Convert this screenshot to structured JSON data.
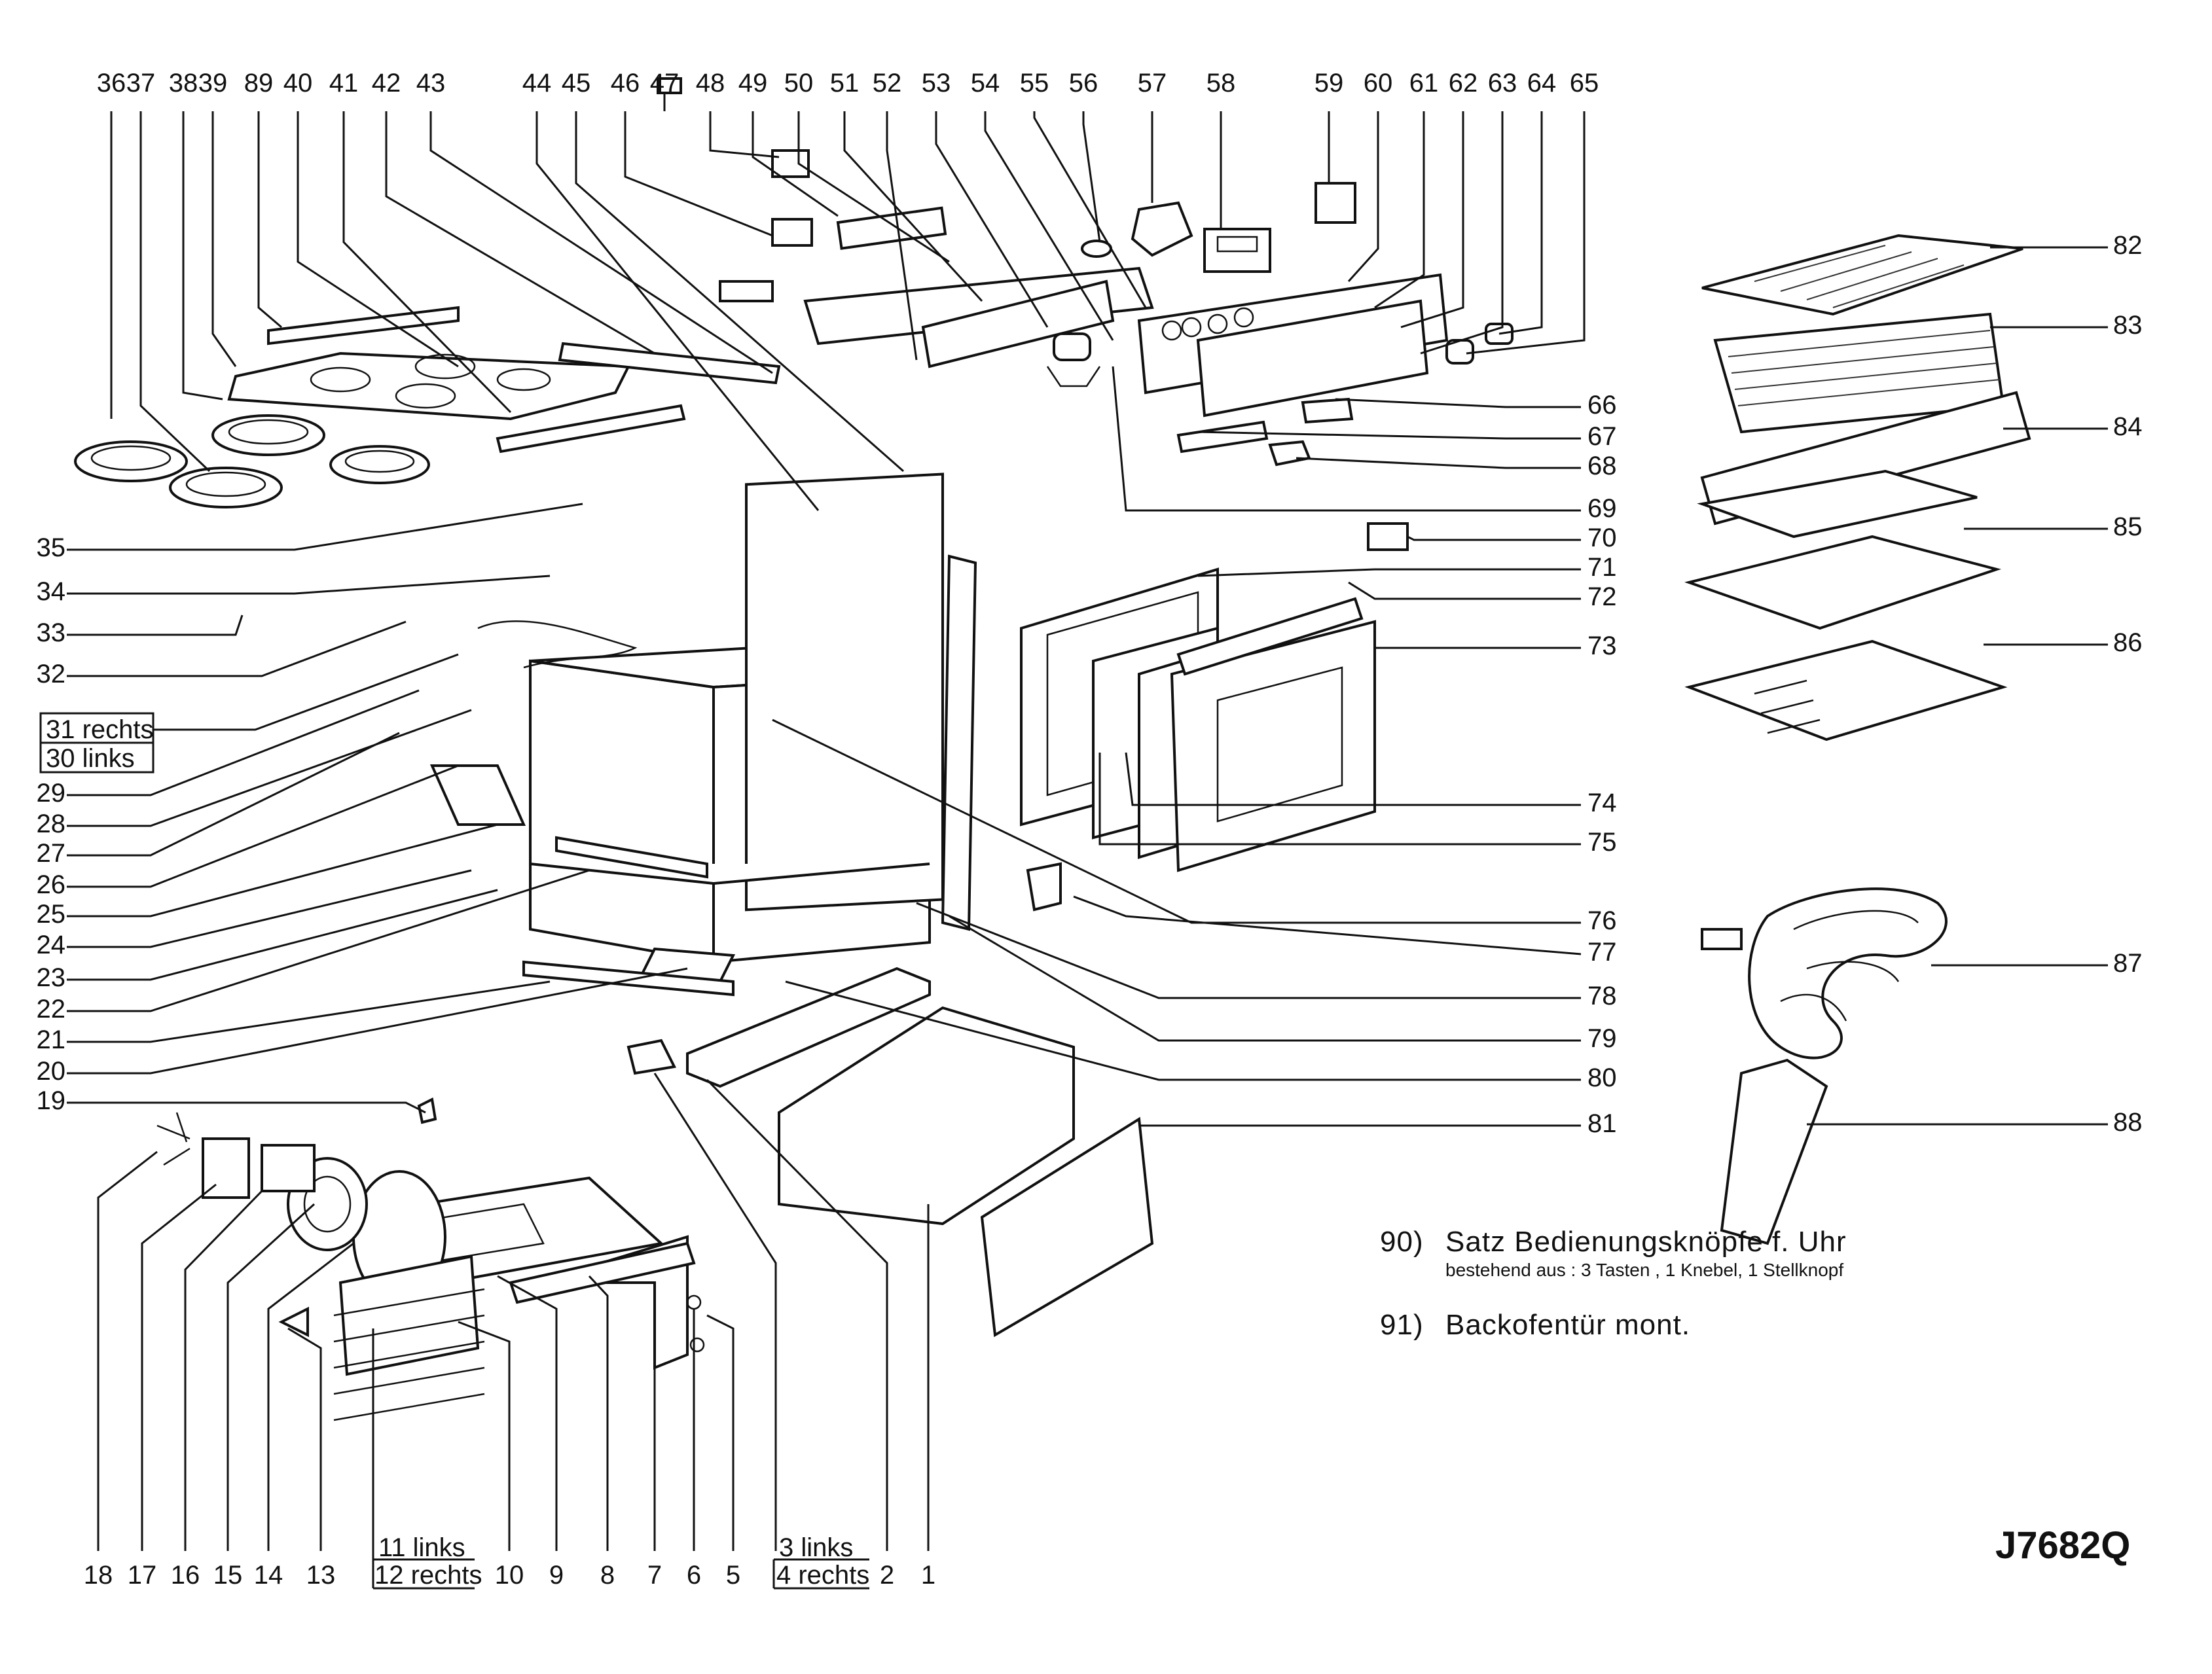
{
  "diagram": {
    "top_labels": [
      "36",
      "37",
      "38",
      "39",
      "89",
      "40",
      "41",
      "42",
      "43",
      "44",
      "45",
      "46",
      "47",
      "48",
      "49",
      "50",
      "51",
      "52",
      "53",
      "54",
      "55",
      "56",
      "57",
      "58",
      "59",
      "60",
      "61",
      "62",
      "63",
      "64",
      "65"
    ],
    "left_labels": [
      "35",
      "34",
      "33",
      "32",
      "29",
      "28",
      "27",
      "26",
      "25",
      "24",
      "23",
      "22",
      "21",
      "20",
      "19"
    ],
    "left_box_labels": [
      "31 rechts",
      "30 links"
    ],
    "right_labels": [
      "66",
      "67",
      "68",
      "69",
      "70",
      "71",
      "72",
      "73",
      "74",
      "75",
      "76",
      "77",
      "78",
      "79",
      "80",
      "81"
    ],
    "far_right_labels": [
      "82",
      "83",
      "84",
      "85",
      "86",
      "87",
      "88"
    ],
    "bottom_labels": [
      "18",
      "17",
      "16",
      "15",
      "14",
      "13",
      "10",
      "9",
      "8",
      "7",
      "6",
      "5",
      "2",
      "1"
    ],
    "bottom_box_a": [
      "11 links",
      "12 rechts"
    ],
    "bottom_box_b": [
      "3 links",
      "4 rechts"
    ]
  },
  "notes": {
    "n90_num": "90)",
    "n90_text": "Satz Bedienungsknöpfe f. Uhr",
    "n90_sub": "bestehend aus : 3 Tasten , 1 Knebel, 1 Stellknopf",
    "n91_num": "91)",
    "n91_text": "Backofentür  mont."
  },
  "code": "J7682Q"
}
